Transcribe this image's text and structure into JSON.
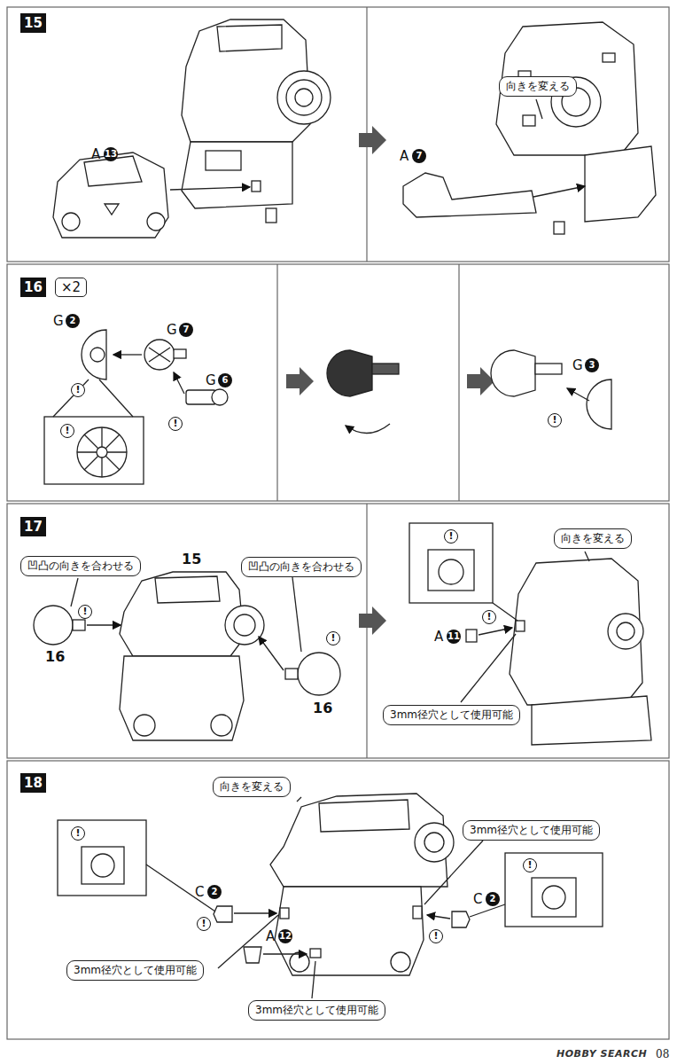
{
  "diagram": {
    "nodes": [
      {
        "text": [
          "15"
        ]
      },
      {
        "text": [
          "向きを変える"
        ]
      },
      {
        "text": [
          "16"
        ]
      },
      {
        "text": [
          "×2"
        ]
      },
      {
        "text": [
          "17"
        ]
      },
      {
        "text": [
          "凹凸の向きを合わせる"
        ]
      },
      {
        "text": [
          "凹凸の向きを合わせる"
        ]
      },
      {
        "text": [
          "向きを変える"
        ]
      },
      {
        "text": [
          "3mm径穴として使用可能"
        ]
      },
      {
        "text": [
          "18"
        ]
      },
      {
        "text": [
          "向きを変える"
        ]
      },
      {
        "text": [
          "3mm径穴として使用可能"
        ]
      },
      {
        "text": [
          "3mm径穴として使用可能"
        ]
      },
      {
        "text": [
          "3mm径穴として使用可能"
        ]
      }
    ],
    "labels": [
      "A",
      "13",
      "A",
      "7",
      "G",
      "2",
      "G",
      "7",
      "G",
      "6",
      "G",
      "3",
      "!",
      "!",
      "!",
      "!",
      "15",
      "16",
      "!",
      "16",
      "!",
      "!",
      "!",
      "A",
      "11",
      "!",
      "C",
      "2",
      "!",
      "A",
      "12",
      "C",
      "2",
      "!",
      "!",
      "HOBBY SEARCH",
      "08"
    ]
  }
}
